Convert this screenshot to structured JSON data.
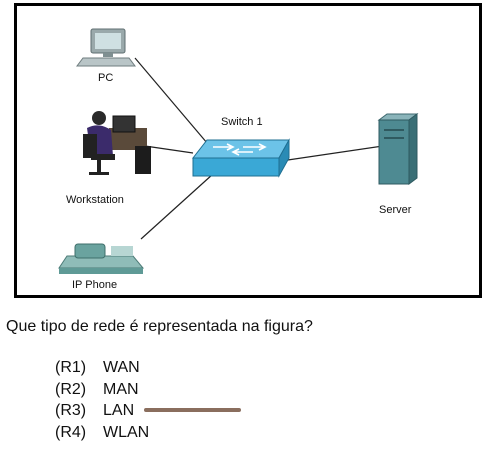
{
  "diagram": {
    "nodes": {
      "pc": "PC",
      "workstation": "Workstation",
      "ip_phone": "IP Phone",
      "switch": "Switch 1",
      "server": "Server"
    }
  },
  "question": "Que tipo de rede é representada na figura?",
  "options": [
    {
      "code": "(R1)",
      "label": "WAN"
    },
    {
      "code": "(R2)",
      "label": "MAN"
    },
    {
      "code": "(R3)",
      "label": "LAN"
    },
    {
      "code": "(R4)",
      "label": "WLAN"
    }
  ],
  "marked_option": "(R3)",
  "colors": {
    "switch": "#3aa8d6",
    "server": "#4e8a92",
    "ip_phone": "#5f9a96",
    "pc": "#8fa2a4",
    "answer_mark": "#8a6e5e"
  }
}
